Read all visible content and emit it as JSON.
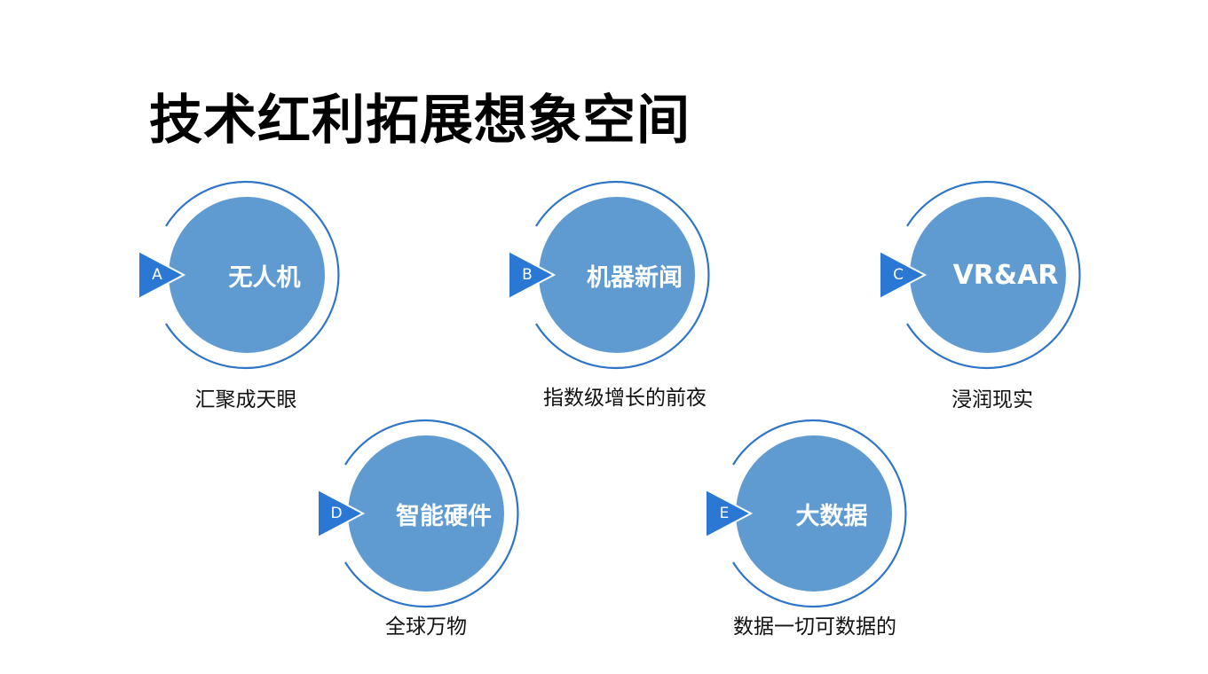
{
  "title": "技术红利拓展想象空间",
  "colors": {
    "circle_fill": "#5f9bd1",
    "ring_stroke": "#2e75c8",
    "marker_fill": "#2a78d4",
    "label_text": "#ffffff",
    "caption_text": "#111111"
  },
  "items": [
    {
      "letter": "A",
      "label": "无人机",
      "caption": "汇聚成天眼"
    },
    {
      "letter": "B",
      "label": "机器新闻",
      "caption": "指数级增长的前夜"
    },
    {
      "letter": "C",
      "label": "VR&AR",
      "caption": "浸润现实"
    },
    {
      "letter": "D",
      "label": "智能硬件",
      "caption": "全球万物"
    },
    {
      "letter": "E",
      "label": "大数据",
      "caption": "数据一切可数据的"
    }
  ]
}
